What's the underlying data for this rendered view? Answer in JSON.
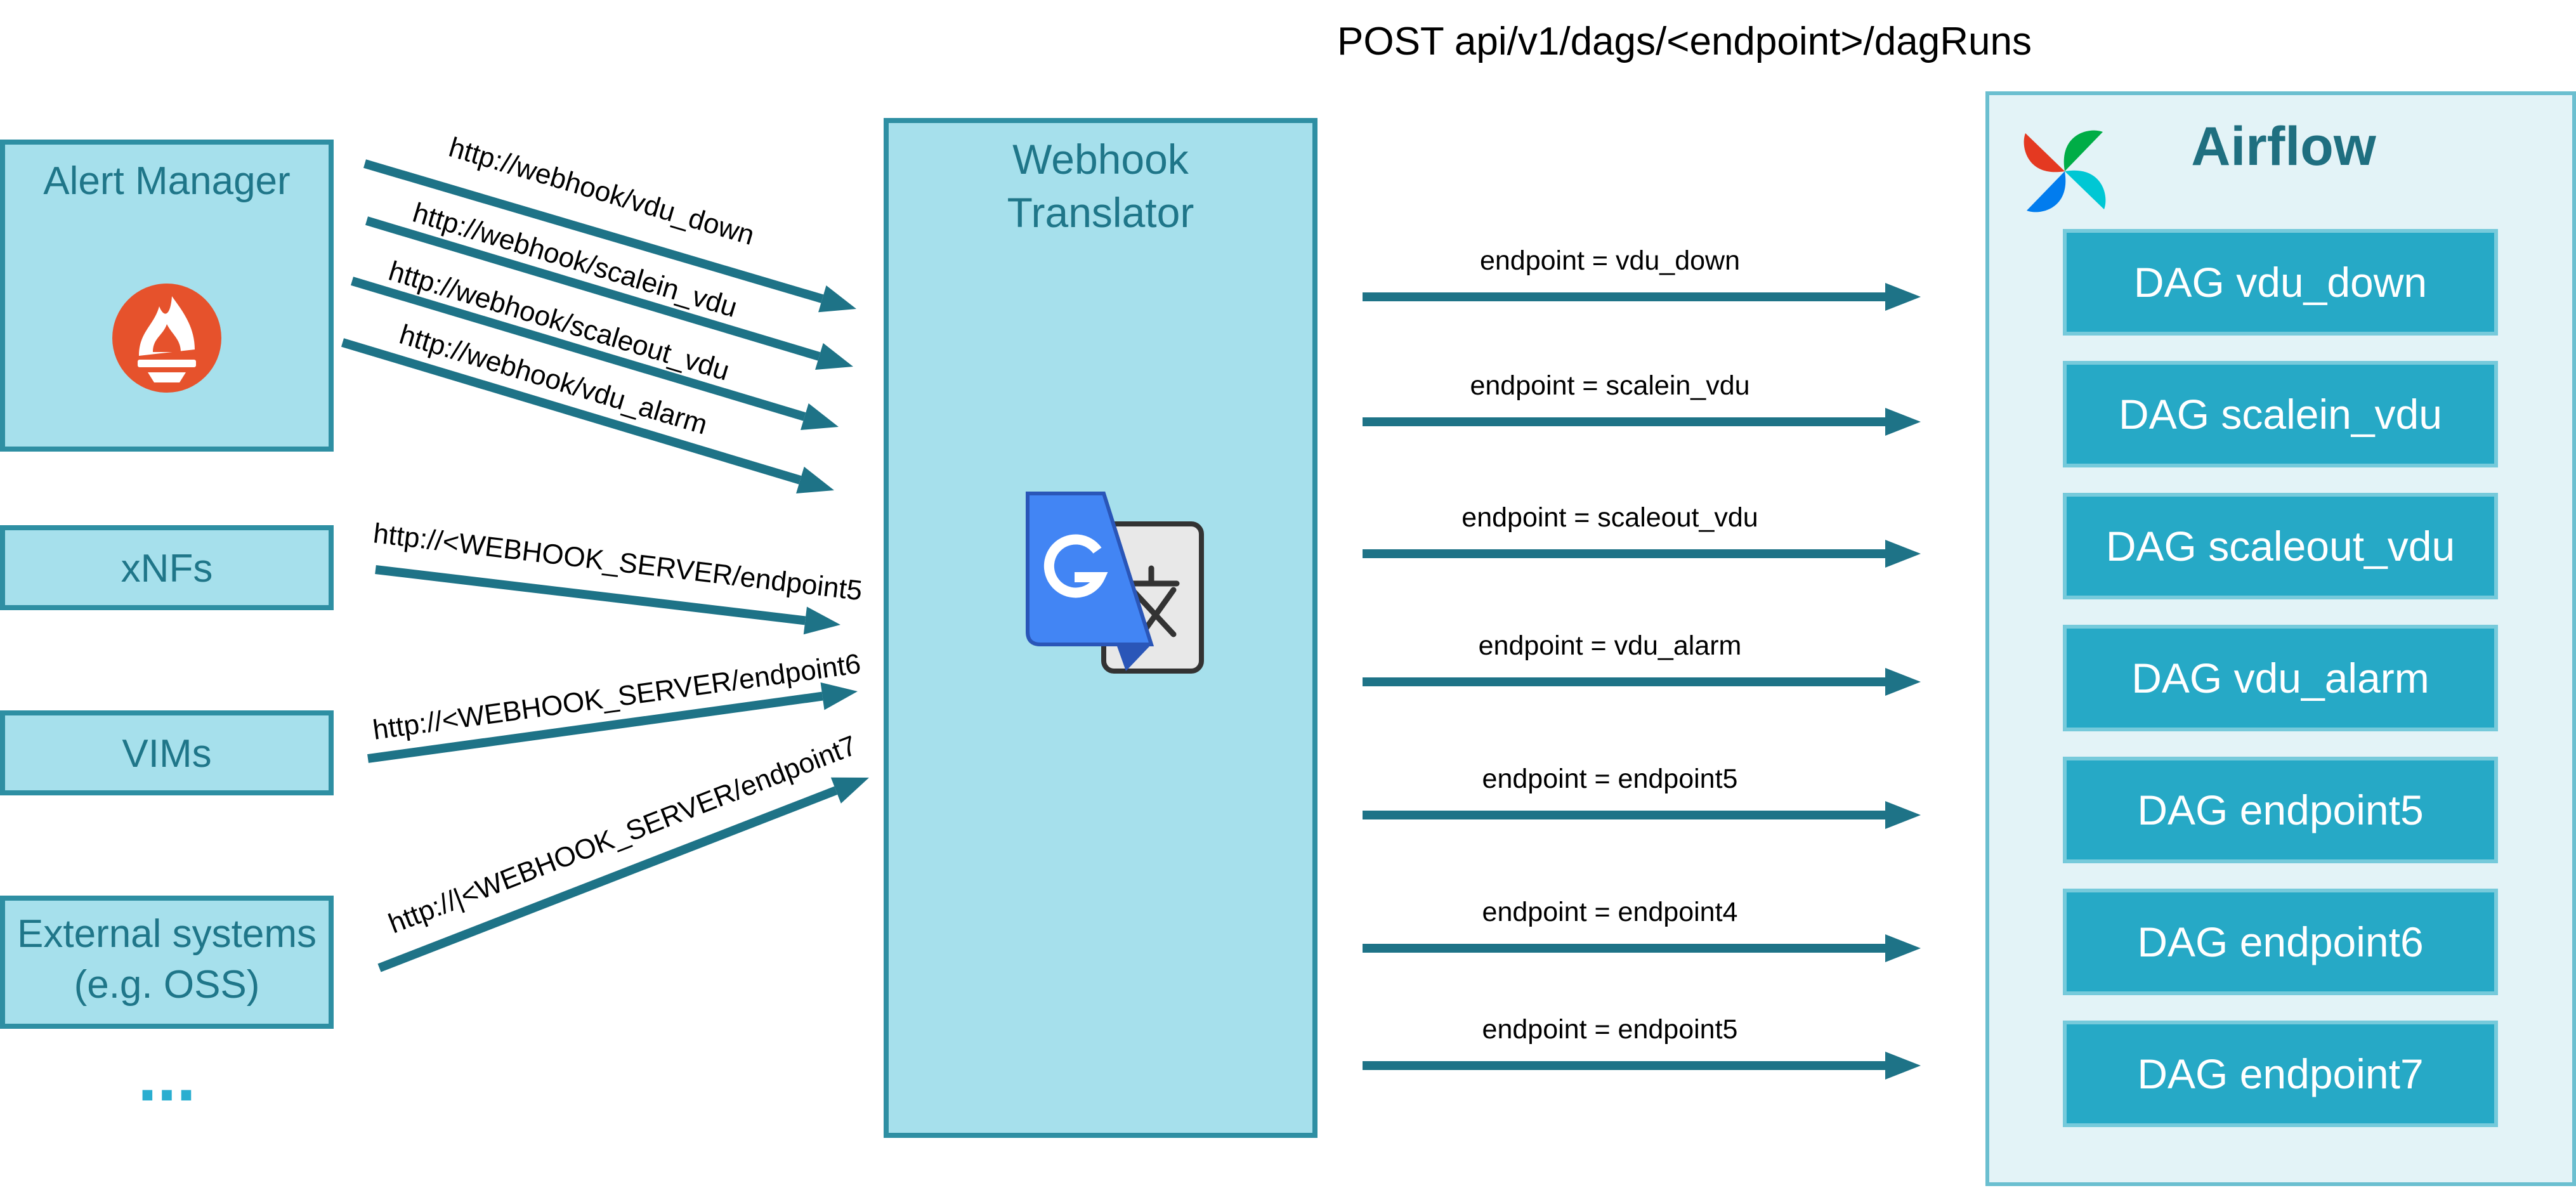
{
  "post_label": "POST api/v1/dags/<endpoint>/dagRuns",
  "sources": [
    {
      "id": "alert-manager",
      "label": "Alert Manager"
    },
    {
      "id": "xnfs",
      "label": "xNFs"
    },
    {
      "id": "vims",
      "label": "VIMs"
    },
    {
      "id": "external",
      "label_lines": [
        "External systems",
        "(e.g. OSS)"
      ]
    }
  ],
  "more_indicator": "...",
  "webhook_urls": [
    "http://webhook/vdu_down",
    "http://webhook/scalein_vdu",
    "http://webhook/scaleout_vdu",
    "http://webhook/vdu_alarm",
    "http://<WEBHOOK_SERVER/endpoint5",
    "http://<WEBHOOK_SERVER/endpoint6",
    "http://|<WEBHOOK_SERVER/endpoint7"
  ],
  "translator": {
    "label_lines": [
      "Webhook",
      "Translator"
    ],
    "icon": "google-translate-icon"
  },
  "endpoints": [
    "endpoint = vdu_down",
    "endpoint = scalein_vdu",
    "endpoint = scaleout_vdu",
    "endpoint = vdu_alarm",
    "endpoint = endpoint5",
    "endpoint = endpoint4",
    "endpoint = endpoint5"
  ],
  "airflow": {
    "title": "Airflow",
    "icon": "airflow-pinwheel-icon",
    "dags": [
      "DAG vdu_down",
      "DAG scalein_vdu",
      "DAG scaleout_vdu",
      "DAG vdu_alarm",
      "DAG endpoint5",
      "DAG endpoint6",
      "DAG endpoint7"
    ]
  },
  "colors": {
    "box_fill": "#a6e0ec",
    "box_border": "#2e8fa3",
    "arrow": "#1e7387",
    "dag_fill": "#26a9c6",
    "text_teal": "#1f7689",
    "prometheus": "#e6522c"
  },
  "source_icon": "prometheus-icon"
}
